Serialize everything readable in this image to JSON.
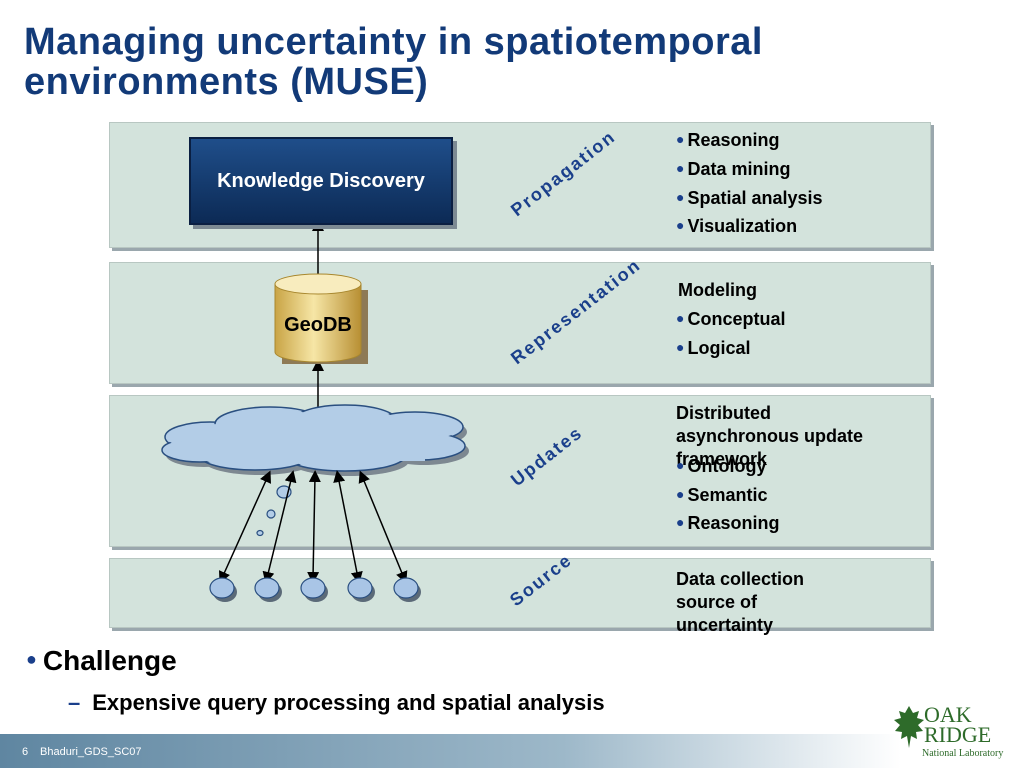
{
  "slide": {
    "title_line1": "Managing uncertainty in spatiotemporal",
    "title_line2": "environments (MUSE)"
  },
  "diagram": {
    "knowledge_discovery": "Knowledge Discovery",
    "geodb": "GeoDB",
    "layers": {
      "propagation": "Propagation",
      "representation": "Representation",
      "updates": "Updates",
      "source": "Source"
    },
    "propagation_items": [
      "Reasoning",
      "Data mining",
      "Spatial analysis",
      "Visualization"
    ],
    "representation_heading": "Modeling",
    "representation_items": [
      "Conceptual",
      "Logical"
    ],
    "updates_heading": "Distributed asynchronous update framework",
    "updates_items": [
      "Ontology",
      "Semantic",
      "Reasoning"
    ],
    "source_text": "Data collection source of uncertainty"
  },
  "bullets": {
    "main": "Challenge",
    "sub": "Expensive query processing and spatial analysis"
  },
  "footer": {
    "slide_number": "6",
    "text": "Bhaduri_GDS_SC07"
  },
  "logo": {
    "line1": "OAK",
    "line2": "RIDGE",
    "line3": "National Laboratory"
  },
  "colors": {
    "title": "#123a78",
    "band": "#d3e3dc",
    "accent": "#1a3f8b"
  }
}
